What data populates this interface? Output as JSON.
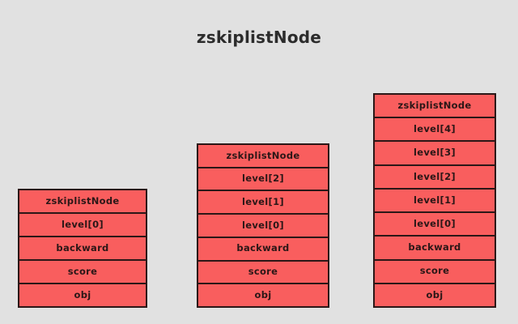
{
  "diagram": {
    "title": "zskiplistNode",
    "background_color": "#e1e1e1",
    "node_fill_color": "#f95e5e",
    "node_border_color": "#2b1717",
    "title_color": "#2c2c2c",
    "columns": [
      {
        "name": "node-1-level-1",
        "cells": [
          {
            "label": "zskiplistNode"
          },
          {
            "label": "level[0]"
          },
          {
            "label": "backward"
          },
          {
            "label": "score"
          },
          {
            "label": "obj"
          }
        ]
      },
      {
        "name": "node-2-level-3",
        "cells": [
          {
            "label": "zskiplistNode"
          },
          {
            "label": "level[2]"
          },
          {
            "label": "level[1]"
          },
          {
            "label": "level[0]"
          },
          {
            "label": "backward"
          },
          {
            "label": "score"
          },
          {
            "label": "obj"
          }
        ]
      },
      {
        "name": "node-3-level-5",
        "cells": [
          {
            "label": "zskiplistNode"
          },
          {
            "label": "level[4]"
          },
          {
            "label": "level[3]"
          },
          {
            "label": "level[2]"
          },
          {
            "label": "level[1]"
          },
          {
            "label": "level[0]"
          },
          {
            "label": "backward"
          },
          {
            "label": "score"
          },
          {
            "label": "obj"
          }
        ]
      }
    ]
  }
}
